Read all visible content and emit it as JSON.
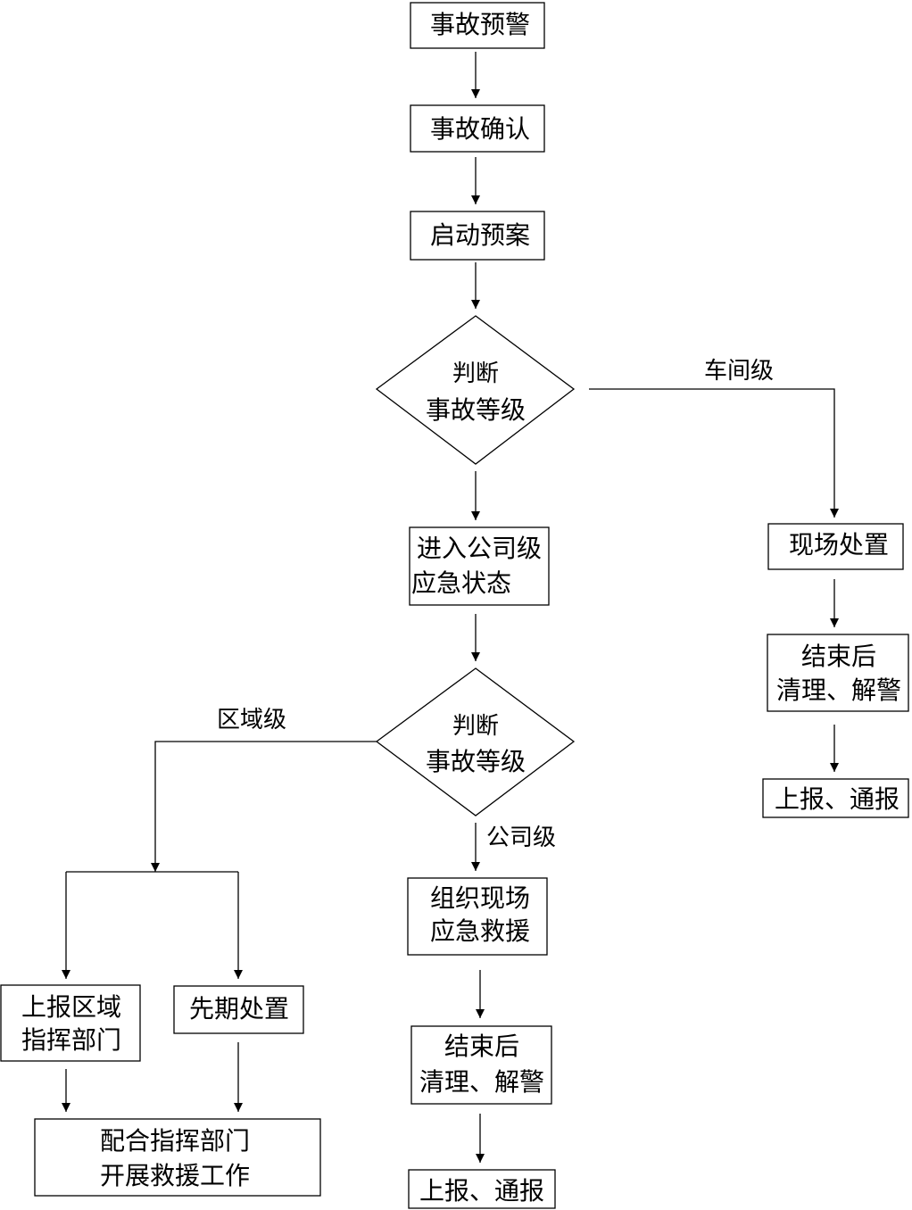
{
  "nodes": {
    "warning": "事故预警",
    "confirm": "事故确认",
    "start_plan": "启动预案",
    "judge1": [
      "判断",
      "事故等级"
    ],
    "company_state": [
      "进入公司级",
      "应急状态"
    ],
    "judge2": [
      "判断",
      "事故等级"
    ],
    "onsite_handle": "现场处置",
    "workshop_end": [
      "结束后",
      "清理、解警"
    ],
    "workshop_report": "上报、通报",
    "organize_rescue": [
      "组织现场",
      "应急救援"
    ],
    "company_end": [
      "结束后",
      "清理、解警"
    ],
    "company_report": "上报、通报",
    "report_region": [
      "上报区域",
      "指挥部门"
    ],
    "initial_handle": "先期处置",
    "cooperate": [
      "配合指挥部门",
      "开展救援工作"
    ]
  },
  "edge_labels": {
    "workshop_level": "车间级",
    "region_level": "区域级",
    "company_level": "公司级"
  }
}
